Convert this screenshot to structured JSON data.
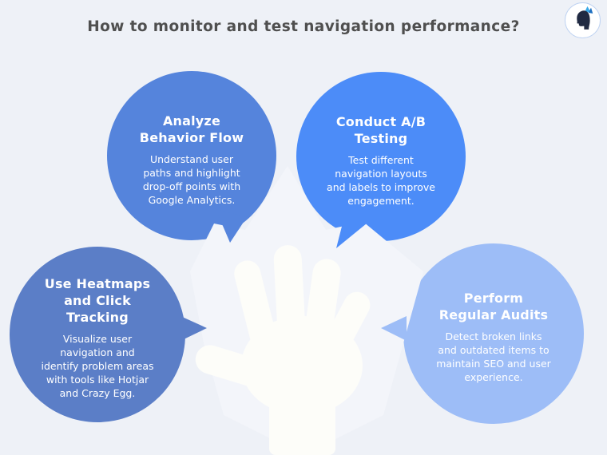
{
  "page": {
    "title": "How to monitor and test navigation performance?"
  },
  "colors": {
    "background": "#eef1f7",
    "burst": "#f3f5fa",
    "hand": "#fdfdf9",
    "title_text": "#4f4f4f",
    "bubble_text": "#ffffff",
    "logo_border": "#bfd3f2",
    "logo_head": "#202a42",
    "logo_wing_light": "#39a9e8",
    "logo_wing_dark": "#1d6fc0"
  },
  "bubbles": [
    {
      "title": "Analyze\nBehavior Flow",
      "body": "Understand user\npaths and highlight\ndrop-off points with\nGoogle Analytics.",
      "color": "#5584dc"
    },
    {
      "title": "Conduct A/B\nTesting",
      "body": "Test different\nnavigation layouts\nand labels to improve\nengagement.",
      "color": "#4c8cf8"
    },
    {
      "title": "Use Heatmaps\nand Click\nTracking",
      "body": "Visualize user\nnavigation and\nidentify problem areas\nwith tools like Hotjar\nand Crazy Egg.",
      "color": "#5b7ec7"
    },
    {
      "title": "Perform\nRegular Audits",
      "body": "Detect broken links\nand outdated items to\nmaintain SEO and user\nexperience.",
      "color": "#9dbdf7"
    }
  ]
}
